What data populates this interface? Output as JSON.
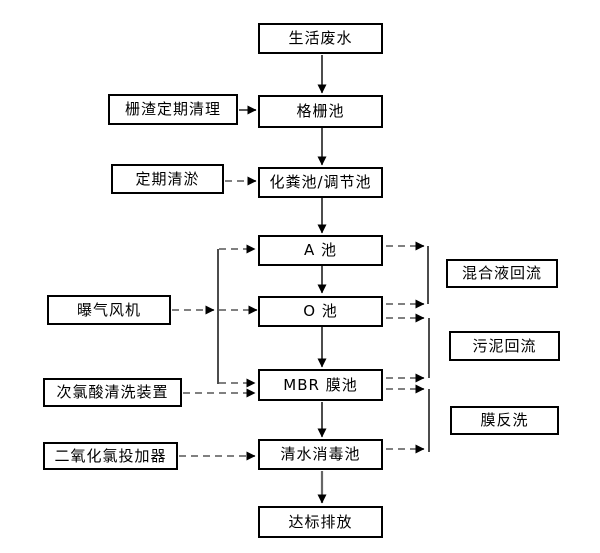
{
  "flowchart": {
    "main_flow": [
      {
        "label": "生活废水"
      },
      {
        "label": "格栅池"
      },
      {
        "label": "化粪池/调节池"
      },
      {
        "label": "A 池"
      },
      {
        "label": "O 池"
      },
      {
        "label": "MBR 膜池"
      },
      {
        "label": "清水消毒池"
      },
      {
        "label": "达标排放"
      }
    ],
    "left_inputs": [
      {
        "label": "栅渣定期清理",
        "connects_to": "格栅池",
        "line_style": "solid"
      },
      {
        "label": "定期清淤",
        "connects_to": "化粪池/调节池",
        "line_style": "dashed"
      },
      {
        "label": "曝气风机",
        "connects_to": "A 池 / O 池 / MBR 膜池",
        "line_style": "dashed"
      },
      {
        "label": "次氯酸清洗装置",
        "connects_to": "MBR 膜池",
        "line_style": "dashed"
      },
      {
        "label": "二氧化氯投加器",
        "connects_to": "清水消毒池",
        "line_style": "dashed"
      }
    ],
    "right_labels": [
      {
        "label": "混合液回流",
        "between": "A 池 — O 池"
      },
      {
        "label": "污泥回流",
        "between": "O 池 — MBR 膜池"
      },
      {
        "label": "膜反洗",
        "between": "MBR 膜池 — 清水消毒池"
      }
    ],
    "colors": {
      "background": "#ffffff",
      "box_fill": "#ffffff",
      "box_border": "#000000",
      "text": "#000000",
      "solid_arrow": "#000000",
      "dashed_line": "#808080",
      "arrowhead": "#000000",
      "final_arrow_stem": "#666666"
    }
  }
}
